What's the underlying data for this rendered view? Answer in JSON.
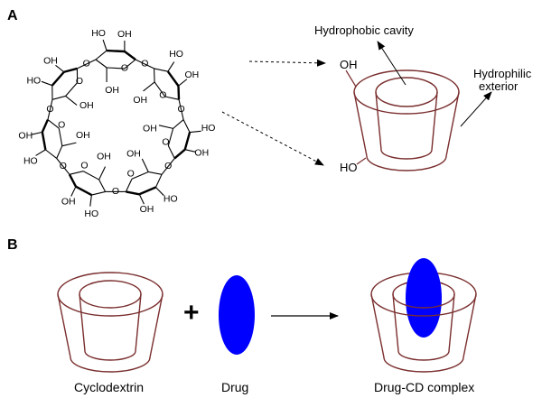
{
  "panel_a": {
    "label": "A",
    "cavity_label": "Hydrophobic cavity",
    "exterior_label_line1": "Hydrophilic",
    "exterior_label_line2": "exterior",
    "oh_primary": "OH",
    "oh_secondary": "HO"
  },
  "panel_b": {
    "label": "B",
    "plus": "+",
    "cyclodextrin_label": "Cyclodextrin",
    "drug_label": "Drug",
    "complex_label": "Drug-CD complex"
  },
  "molecule": {
    "hydroxyl": "OH",
    "hydroxyl_rev": "HO",
    "ring_oxygen": "O"
  },
  "colors": {
    "cone": "#7a2e2e",
    "drug": "#0000ff",
    "ink": "#000000"
  }
}
